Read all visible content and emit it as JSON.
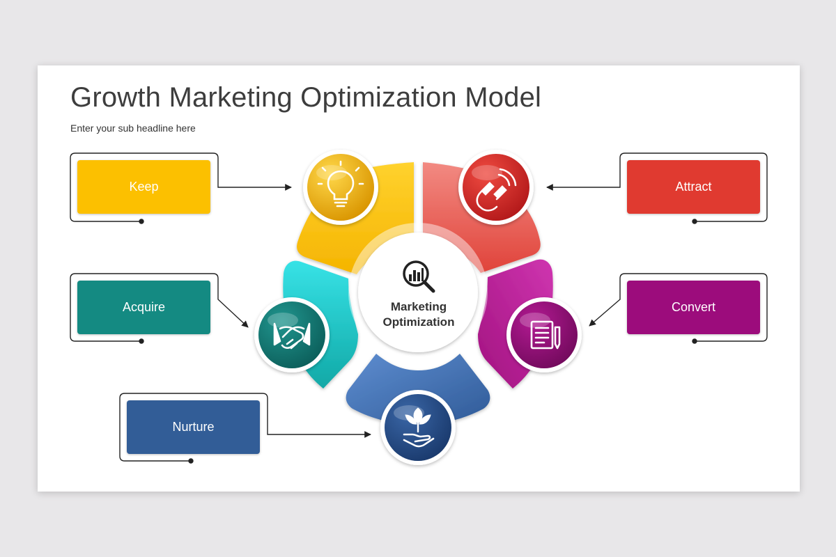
{
  "slide": {
    "title": "Growth Marketing Optimization Model",
    "subtitle": "Enter your sub headline here"
  },
  "center": {
    "line1": "Marketing",
    "line2": "Optimization",
    "icon": "analytics-magnifier-icon"
  },
  "steps": [
    {
      "label": "Keep",
      "color": "#fcc000",
      "icon": "lightbulb-icon"
    },
    {
      "label": "Attract",
      "color": "#e03a30",
      "icon": "magnet-icon"
    },
    {
      "label": "Acquire",
      "color": "#148a82",
      "icon": "handshake-icon"
    },
    {
      "label": "Convert",
      "color": "#9c0c7c",
      "icon": "document-pen-icon"
    },
    {
      "label": "Nurture",
      "color": "#325d97",
      "icon": "plant-hand-icon"
    }
  ]
}
